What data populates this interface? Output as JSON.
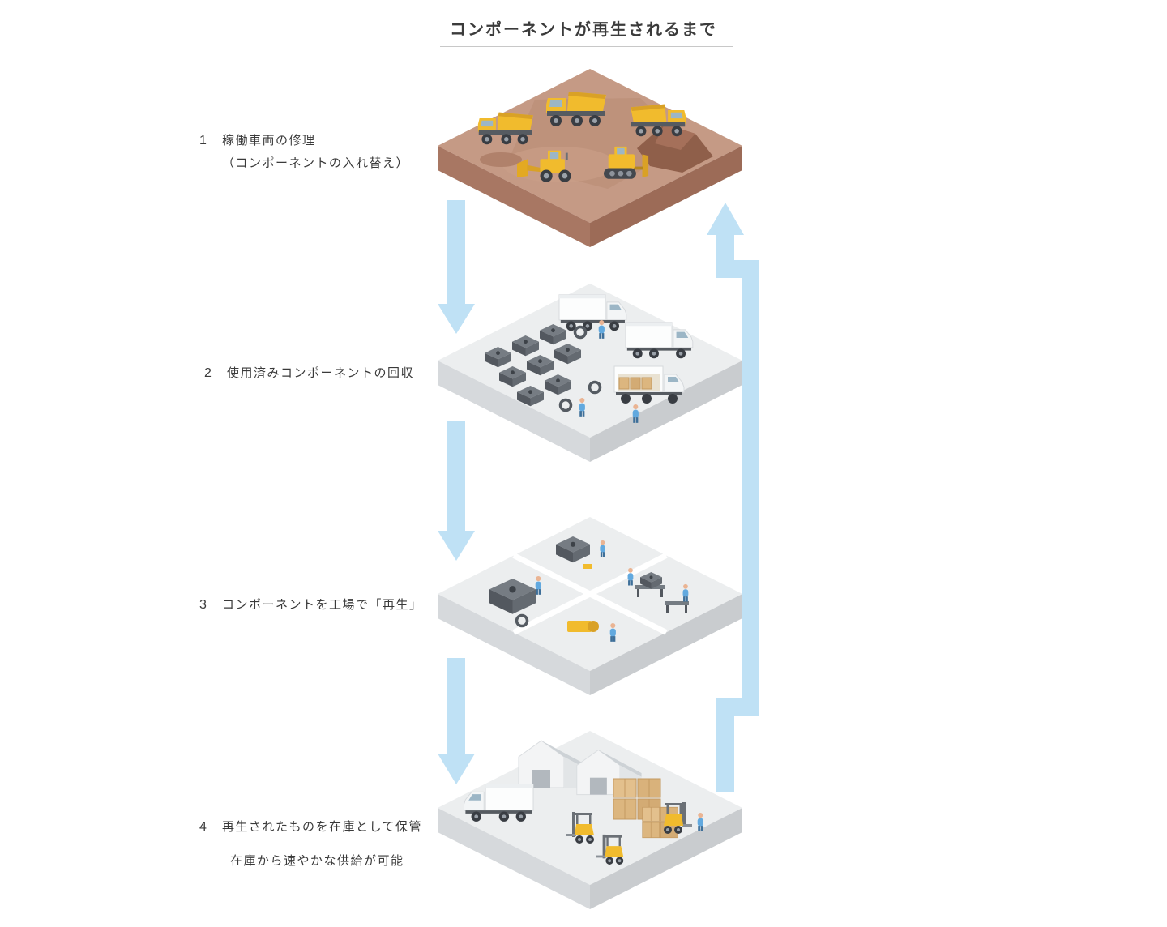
{
  "title": "コンポーネントが再生されるまで",
  "steps": [
    {
      "number": "1",
      "line1": "稼働車両の修理",
      "line2": "（コンポーネントの入れ替え）",
      "illustration": "mine-site"
    },
    {
      "number": "2",
      "line1": "使用済みコンポーネントの回収",
      "illustration": "component-collection-site"
    },
    {
      "number": "3",
      "line1": "コンポーネントを工場で「再生」",
      "illustration": "remanufacturing-factory"
    },
    {
      "number": "4",
      "line1": "再生されたものを在庫として保管",
      "line2": "在庫から速やかな供給が可能",
      "illustration": "inventory-warehouse"
    }
  ],
  "icons": {
    "down_arrow": "flow-down-arrow",
    "return_arrow": "cycle-return-arrow",
    "vehicles": [
      "dump-truck",
      "wheel-loader",
      "bulldozer",
      "box-truck",
      "crate-truck",
      "forklift"
    ],
    "objects": [
      "engine-block",
      "ring-part",
      "warehouse-building",
      "box-stack",
      "dirt-pile",
      "worker"
    ]
  },
  "colors": {
    "arrow_blue": "#bfe1f5",
    "text": "#3a3a3a",
    "rule_gray": "#c8c8c8",
    "platform_gray_top": "#eceeef",
    "platform_gray_left": "#d6d9dc",
    "platform_gray_right": "#c9cccf",
    "mine_top": "#c59a85",
    "mine_left": "#a87763",
    "mine_right": "#9c6b57",
    "machine_yellow": "#f1bb2d",
    "machine_yellow_dark": "#d9a126",
    "worker_blue": "#62a9df",
    "box_tan": "#dcb67f",
    "dark_gray_part": "#53585f"
  }
}
